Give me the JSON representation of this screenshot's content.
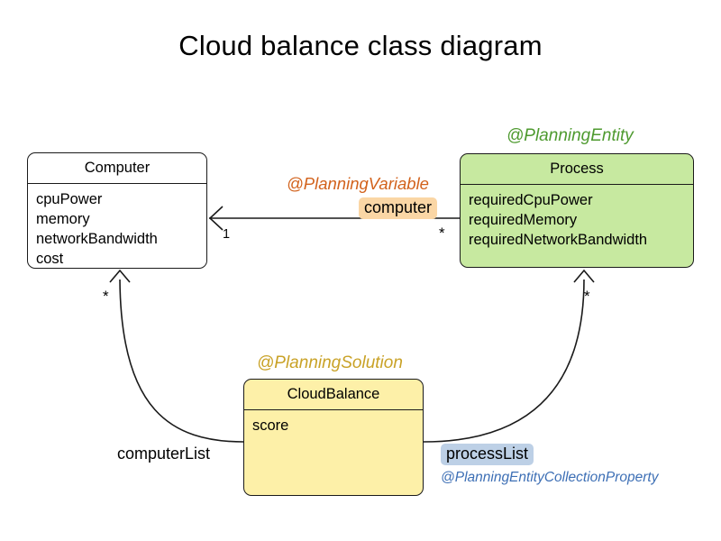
{
  "title": "Cloud balance class diagram",
  "classes": {
    "computer": {
      "name": "Computer",
      "fields": [
        "cpuPower",
        "memory",
        "networkBandwidth",
        "cost"
      ],
      "fill": "#ffffff"
    },
    "process": {
      "name": "Process",
      "fields": [
        "requiredCpuPower",
        "requiredMemory",
        "requiredNetworkBandwidth"
      ],
      "fill": "#c7e9a0",
      "stereotype": "@PlanningEntity",
      "stereotype_color": "#4e9a2f"
    },
    "cloudbalance": {
      "name": "CloudBalance",
      "fields": [
        "score"
      ],
      "fill": "#fdf0a8",
      "stereotype": "@PlanningSolution",
      "stereotype_color": "#c9a227"
    }
  },
  "annotations": {
    "planning_variable": "@PlanningVariable",
    "planning_variable_color": "#d2621c",
    "planning_entity_collection": "@PlanningEntityCollectionProperty",
    "planning_entity_collection_color": "#3d6fb5"
  },
  "relations": {
    "computer_role": "computer",
    "computer_role_highlight": "#fad6a5",
    "process_list_role": "processList",
    "process_list_highlight": "#bdd0e6",
    "computer_list_role": "computerList",
    "multiplicity_one": "1",
    "multiplicity_many": "*"
  }
}
